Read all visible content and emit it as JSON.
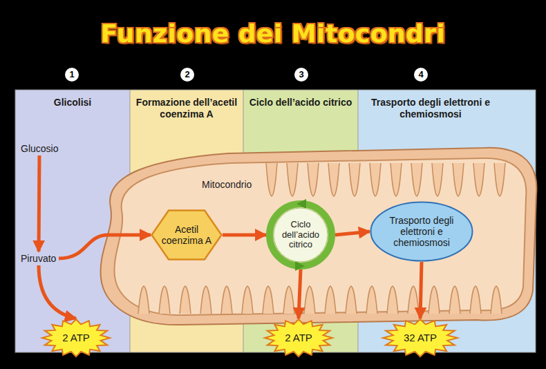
{
  "diagram": {
    "title": "Funzione dei Mitocondri",
    "nodes": [
      {
        "text": [
          "Glicolisi"
        ]
      },
      {
        "text": [
          "Formazione dell’acetil coenzima A"
        ]
      },
      {
        "text": [
          "Ciclo dell’acido citrico"
        ]
      },
      {
        "text": [
          "Trasporto degli elettroni e chemiosmosi"
        ]
      },
      {
        "text": [
          "Glucosio"
        ],
        "in": 0
      },
      {
        "text": [
          "Piruvato"
        ],
        "in": 0
      },
      {
        "text": [
          "Acetil coenzima A"
        ],
        "in": 1
      },
      {
        "text": [
          "Ciclo dell’acido citrico"
        ],
        "in": 2
      },
      {
        "text": [
          "Trasporto degli elettroni e chemiosmosi"
        ],
        "in": 3
      },
      {
        "text": [
          "2 ATP"
        ],
        "in": 0
      },
      {
        "text": [
          "2 ATP"
        ],
        "in": 2
      },
      {
        "text": [
          "32 ATP"
        ],
        "in": 3
      }
    ],
    "edges": [
      {
        "from": 4,
        "to": 5,
        "arrow": "to"
      },
      {
        "from": 5,
        "to": 6,
        "arrow": "to"
      },
      {
        "from": 6,
        "to": 7,
        "arrow": "to"
      },
      {
        "from": 7,
        "to": 8,
        "arrow": "to"
      },
      {
        "from": 5,
        "to": 9,
        "arrow": "to"
      },
      {
        "from": 7,
        "to": 10,
        "arrow": "to"
      },
      {
        "from": 8,
        "to": 11,
        "arrow": "to"
      }
    ],
    "labels": [
      "1",
      "2",
      "3",
      "4",
      "Mitocondrio"
    ]
  }
}
